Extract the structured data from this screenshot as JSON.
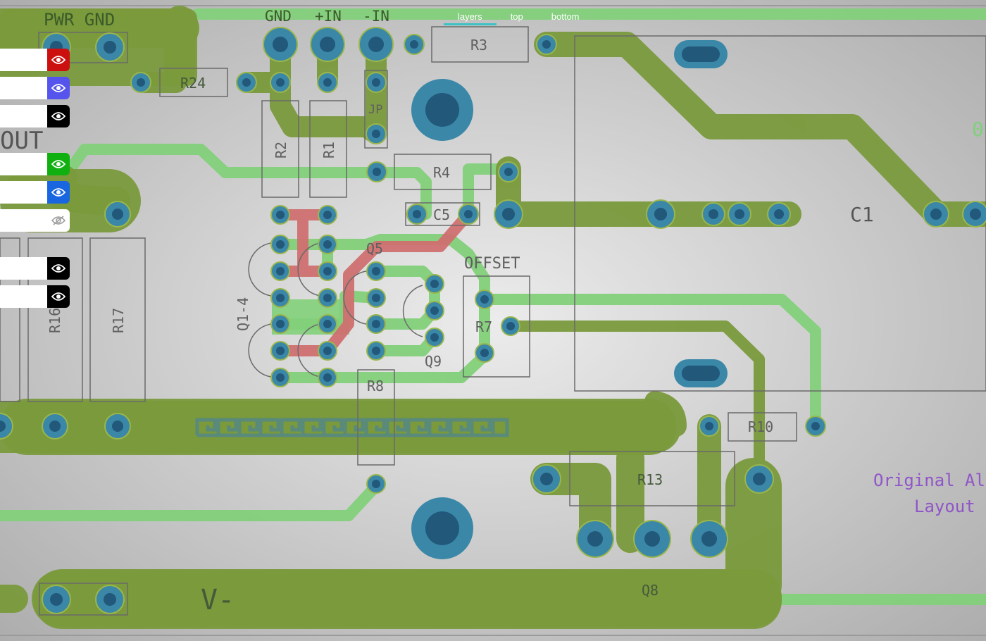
{
  "tabs": [
    {
      "label": "layers",
      "active": true
    },
    {
      "label": "top",
      "active": false
    },
    {
      "label": "bottom",
      "active": false
    }
  ],
  "layers": [
    {
      "color": "#cc1010",
      "visible": true
    },
    {
      "color": "#5555ee",
      "visible": true
    },
    {
      "color": "#000000",
      "visible": true
    },
    {
      "color": "#10b010",
      "visible": true
    },
    {
      "color": "#1a66e0",
      "visible": true
    },
    {
      "color": "#ffffff",
      "visible": false
    },
    {
      "color": "#000000",
      "visible": true
    },
    {
      "color": "#000000",
      "visible": true
    }
  ],
  "labels": {
    "pwr_gnd": "PWR GND",
    "out": "OUT",
    "gnd": "GND",
    "plus_in": "+IN",
    "minus_in": "-IN",
    "r3": "R3",
    "r24": "R24",
    "jp": "JP",
    "r2": "R2",
    "r1": "R1",
    "r4": "R4",
    "c5": "C5",
    "q5": "Q5",
    "offset": "OFFSET",
    "q1_4": "Q1-4",
    "r7": "R7",
    "q9": "Q9",
    "r8": "R8",
    "r16": "R16",
    "r17": "R17",
    "c1": "C1",
    "r10": "R10",
    "r13": "R13",
    "q8": "Q8",
    "v_minus": "V-",
    "credit1": "Original Alep",
    "credit2": "Layout b",
    "zero": "0"
  }
}
